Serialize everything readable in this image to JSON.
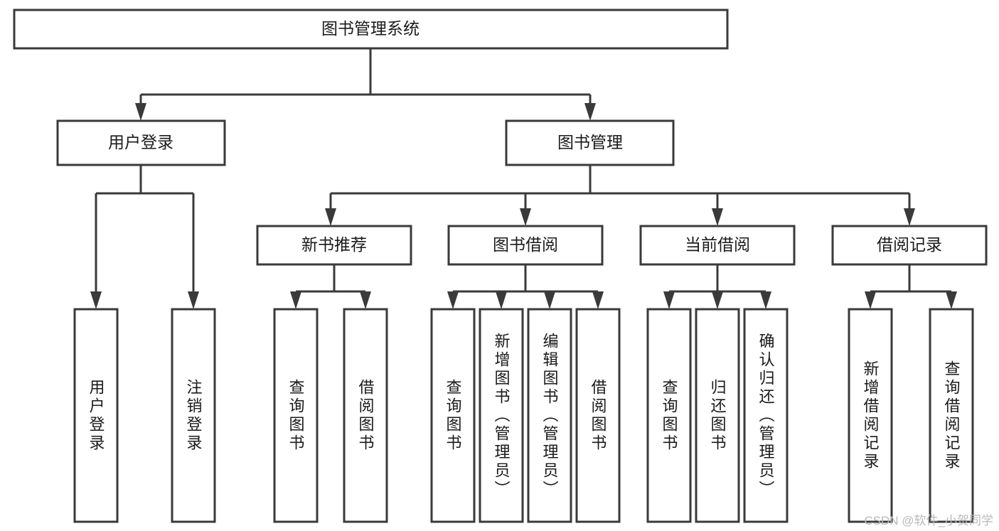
{
  "diagram": {
    "title": "图书管理系统",
    "type": "tree",
    "root": {
      "id": "root",
      "label": "图书管理系统"
    },
    "level2": [
      {
        "id": "user-login",
        "label": "用户登录"
      },
      {
        "id": "book-manage",
        "label": "图书管理"
      }
    ],
    "level3": [
      {
        "id": "new-book-recommend",
        "label": "新书推荐"
      },
      {
        "id": "book-borrow",
        "label": "图书借阅"
      },
      {
        "id": "current-borrow",
        "label": "当前借阅"
      },
      {
        "id": "borrow-record",
        "label": "借阅记录"
      }
    ],
    "leaves": {
      "user_login": [
        {
          "id": "leaf-user-login",
          "label": "用户登录"
        },
        {
          "id": "leaf-logout",
          "label": "注销登录"
        }
      ],
      "new_book_recommend": [
        {
          "id": "leaf-query-book-1",
          "label": "查询图书"
        },
        {
          "id": "leaf-borrow-book-1",
          "label": "借阅图书"
        }
      ],
      "book_borrow": [
        {
          "id": "leaf-query-book-2",
          "label": "查询图书"
        },
        {
          "id": "leaf-add-book",
          "label": "新增图书（管理员）"
        },
        {
          "id": "leaf-edit-book",
          "label": "编辑图书（管理员）"
        },
        {
          "id": "leaf-borrow-book-2",
          "label": "借阅图书"
        }
      ],
      "current_borrow": [
        {
          "id": "leaf-query-book-3",
          "label": "查询图书"
        },
        {
          "id": "leaf-return-book",
          "label": "归还图书"
        },
        {
          "id": "leaf-confirm-return",
          "label": "确认归还（管理员）"
        }
      ],
      "borrow_record": [
        {
          "id": "leaf-add-record",
          "label": "新增借阅记录"
        },
        {
          "id": "leaf-query-record",
          "label": "查询借阅记录"
        }
      ]
    }
  },
  "watermark": {
    "text": "CSDN @软件_小贺同学"
  },
  "colors": {
    "stroke": "#3a3a3a",
    "fill": "#ffffff",
    "text": "#1a1a1a",
    "watermark": "#b9b9b9"
  }
}
